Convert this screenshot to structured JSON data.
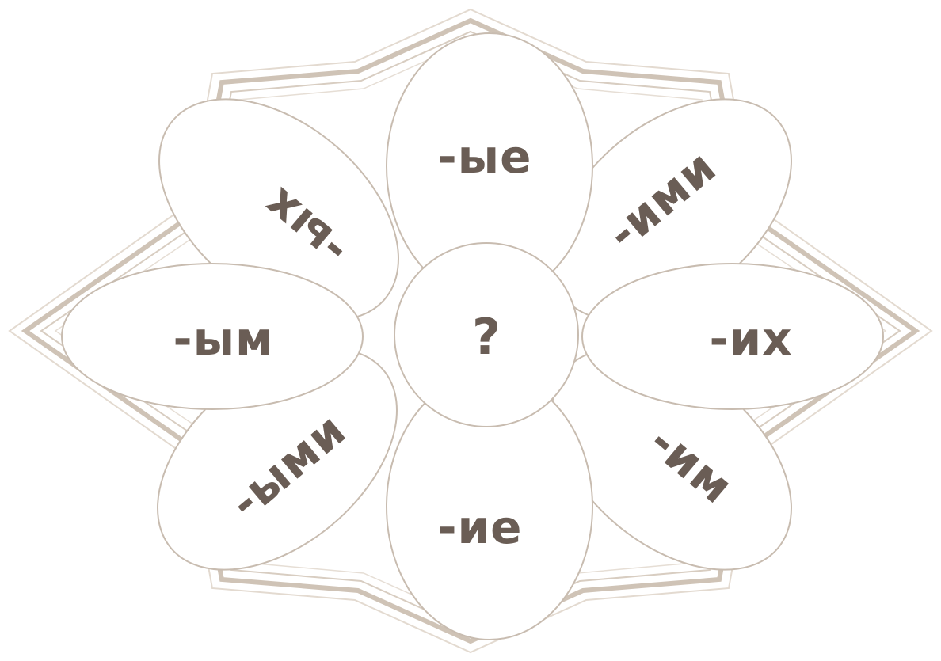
{
  "center": {
    "label": "?"
  },
  "petals": [
    {
      "id": "top",
      "label": "-ые"
    },
    {
      "id": "top-right",
      "label": "-ими"
    },
    {
      "id": "right",
      "label": "-их"
    },
    {
      "id": "bottom-right",
      "label": "-им"
    },
    {
      "id": "bottom",
      "label": "-ие"
    },
    {
      "id": "bottom-left",
      "label": "-ыми"
    },
    {
      "id": "left",
      "label": "-ым"
    },
    {
      "id": "top-left",
      "label": "-ых"
    }
  ],
  "colors": {
    "frame_outer": "#ddd3c8",
    "frame_inner": "#cbbfb2",
    "petal_outline": "#c8bcb0",
    "text": "#6a5d55"
  }
}
